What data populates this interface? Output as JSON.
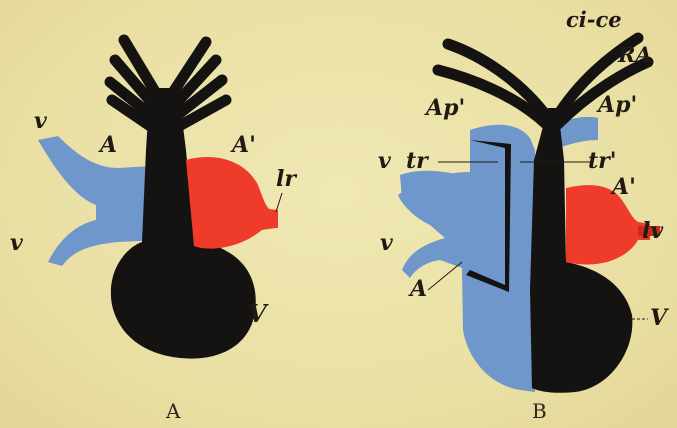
{
  "colors": {
    "background": "#ece2a8",
    "arterial_black": "#151311",
    "venous_blue": "#6f97cb",
    "atrium_red": "#ef3b2a",
    "label_ink": "#1f1a14"
  },
  "diagram_a": {
    "caption": "A",
    "labels": {
      "vein_top": "v",
      "vein_bottom": "v",
      "left_atrium": "A",
      "right_atrium": "A'",
      "lung_vein": "lr",
      "ventricle": "V"
    }
  },
  "diagram_b": {
    "caption": "B",
    "labels": {
      "carotid": "ci-ce",
      "aortic_root": "RA",
      "pulmonary_left": "Ap'",
      "pulmonary_right": "Ap'",
      "vein_top": "v",
      "truncus_left": "tr",
      "truncus_right": "tr'",
      "right_atrium": "A'",
      "lung_vein": "lv",
      "vein_bottom": "v",
      "left_atrium": "A",
      "ventricle": "V"
    }
  }
}
